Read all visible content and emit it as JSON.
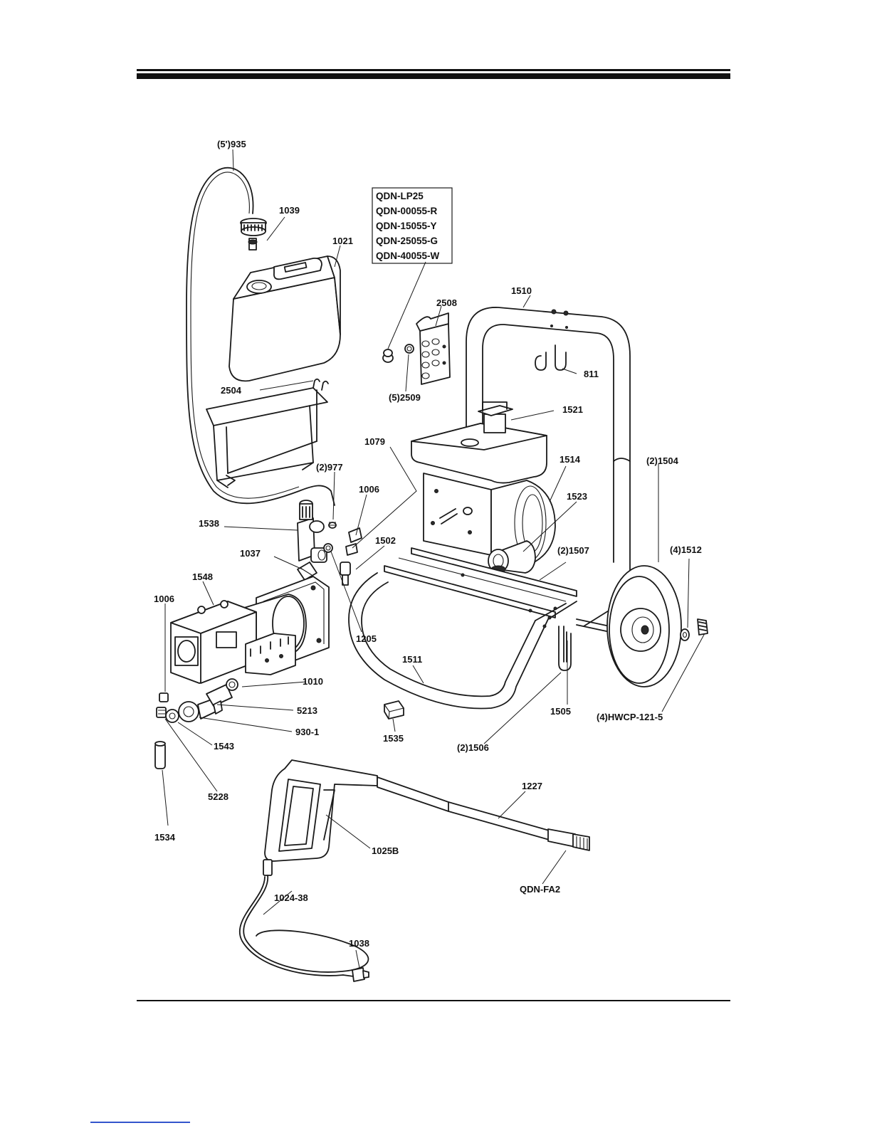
{
  "labels": {
    "hose_935": "(5')935",
    "p1039": "1039",
    "p1021": "1021",
    "p2504": "2504",
    "p2508": "2508",
    "p2509": "(5)2509",
    "p1510": "1510",
    "p811": "811",
    "p1521": "1521",
    "p1079": "1079",
    "p977": "(2)977",
    "p1006a": "1006",
    "p1514": "1514",
    "p1504": "(2)1504",
    "p1523": "1523",
    "p1538": "1538",
    "p1502": "1502",
    "p1037": "1037",
    "p1507": "(2)1507",
    "p1512": "(4)1512",
    "p1548": "1548",
    "p1006b": "1006",
    "p1205": "1205",
    "p1511": "1511",
    "p1010": "1010",
    "p5213": "5213",
    "p930": "930-1",
    "p1543": "1543",
    "p1535": "1535",
    "p1506": "(2)1506",
    "p1505": "1505",
    "hwcp": "(4)HWCP-121-5",
    "p5228": "5228",
    "p1534": "1534",
    "p1227": "1227",
    "p1025b": "1025B",
    "qdnfa2": "QDN-FA2",
    "p1024": "1024-38",
    "p1038": "1038"
  },
  "nozzle_box": [
    "QDN-LP25",
    "QDN-00055-R",
    "QDN-15055-Y",
    "QDN-25055-G",
    "QDN-40055-W"
  ]
}
